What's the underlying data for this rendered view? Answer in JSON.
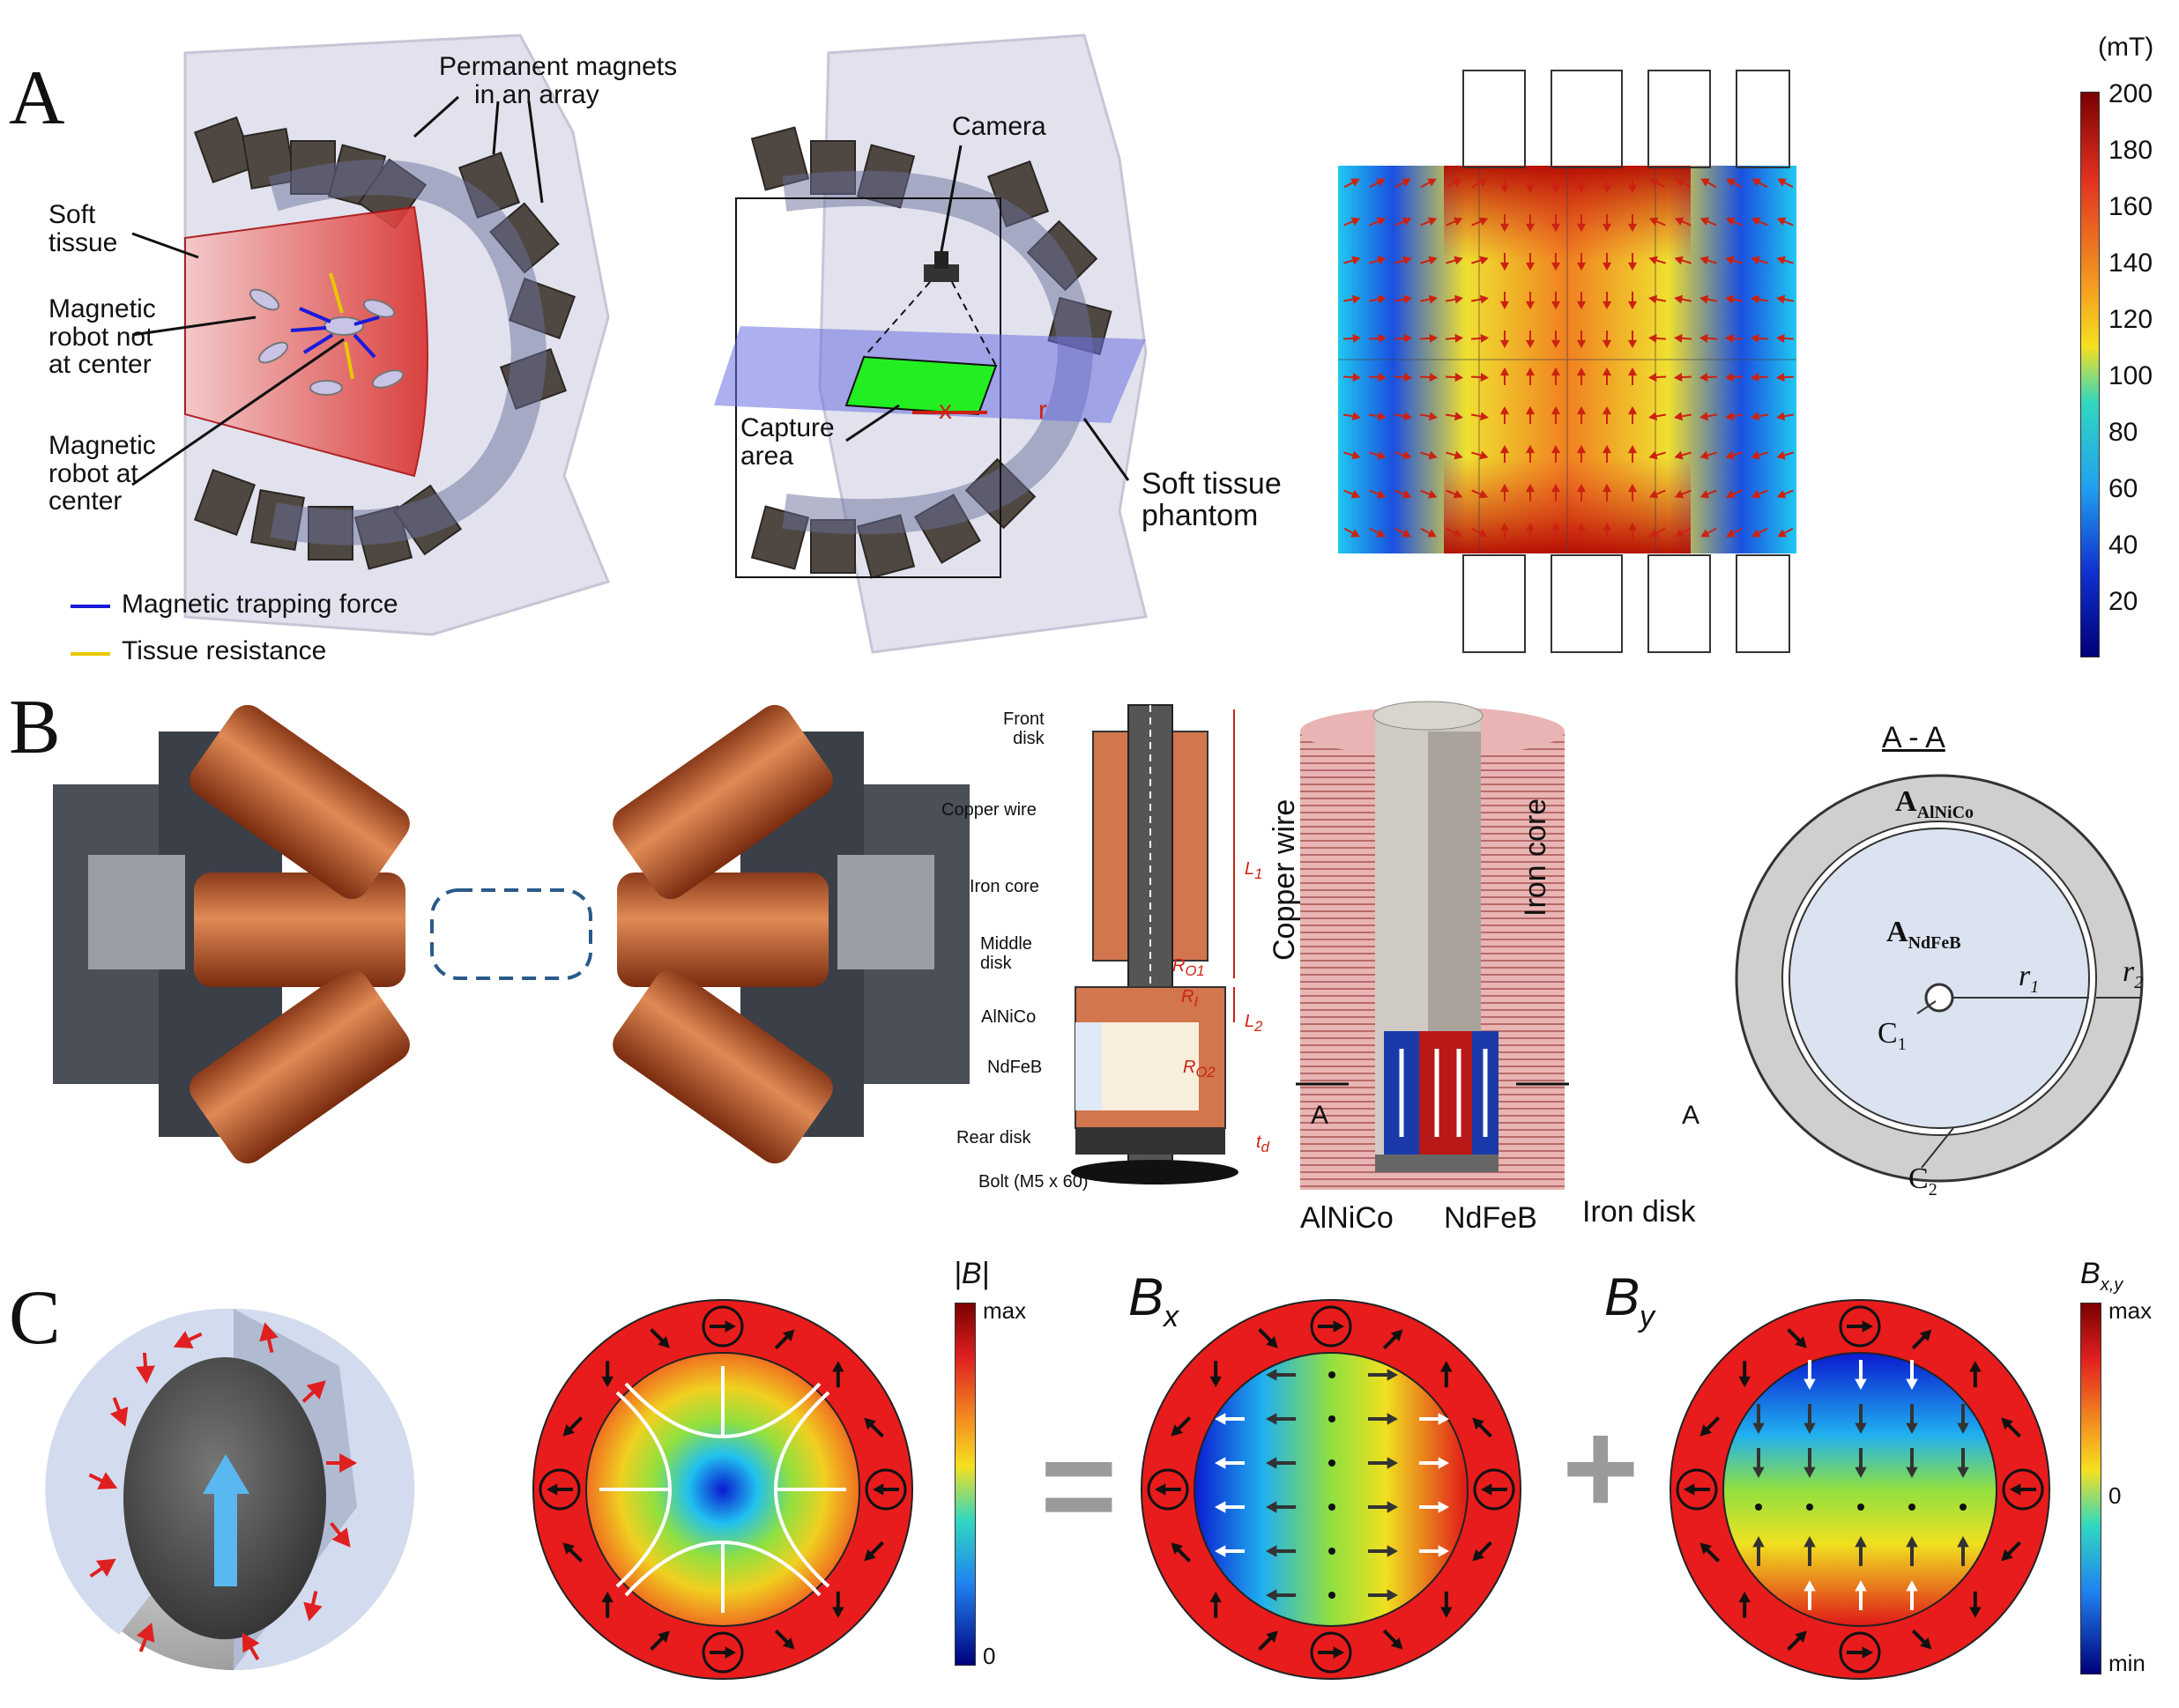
{
  "panels": {
    "a": "A",
    "b": "B",
    "c": "C"
  },
  "panelA": {
    "perm_magnets": [
      "Permanent magnets",
      "in an array"
    ],
    "soft_tissue": [
      "Soft",
      "tissue"
    ],
    "robot_not_center": [
      "Magnetic",
      "robot not",
      "at center"
    ],
    "robot_center": [
      "Magnetic",
      "robot at",
      "center"
    ],
    "legend_trap": "Magnetic trapping force",
    "legend_resist": "Tissue resistance",
    "camera": "Camera",
    "capture_area": [
      "Capture",
      "area"
    ],
    "axis_x": "x",
    "axis_r": "r",
    "phantom": [
      "Soft tissue",
      "phantom"
    ],
    "colorbar_unit": "(mT)",
    "colorbar_ticks": [
      "200",
      "180",
      "160",
      "140",
      "120",
      "100",
      "80",
      "60",
      "40",
      "20"
    ]
  },
  "panelB": {
    "front_disk": [
      "Front",
      "disk"
    ],
    "copper_wire": "Copper wire",
    "iron_core": "Iron core",
    "middle_disk": [
      "Middle",
      "disk"
    ],
    "alnico": "AlNiCo",
    "ndfeb": "NdFeB",
    "rear_disk": "Rear disk",
    "bolt": "Bolt (M5 x 60)",
    "dims": {
      "L1": "L",
      "L2": "L",
      "RO1": "R",
      "RO2": "R",
      "RI": "R",
      "td": "t"
    },
    "cut_copper": "Copper wire",
    "cut_iron": "Iron core",
    "cut_a1": "A",
    "cut_a2": "A",
    "cut_alnico": "AlNiCo",
    "cut_ndfeb": "NdFeB",
    "cut_irondisk": "Iron disk",
    "section_title": "A - A",
    "a_alnico": "A",
    "a_alnico_sub": "AlNiCo",
    "a_ndfeb": "A",
    "a_ndfeb_sub": "NdFeB",
    "r1": "r",
    "r1_sub": "1",
    "r2": "r",
    "r2_sub": "2",
    "c1": "C",
    "c1_sub": "1",
    "c2": "C",
    "c2_sub": "2"
  },
  "panelC": {
    "babs_label": "|B|",
    "babs_max": "max",
    "babs_min": "0",
    "bx": "B",
    "bx_sub": "x",
    "by": "B",
    "by_sub": "y",
    "bxy": "B",
    "bxy_sub": "x,y",
    "bxy_max": "max",
    "bxy_zero": "0",
    "bxy_min": "min",
    "equals": "=",
    "plus": "+"
  },
  "colors": {
    "field_red": "#d61f1f",
    "arrow_blue": "#1a1adb",
    "tissue_red": "#e23a3a",
    "copper": "#c8653a",
    "magnet_dark": "#4a4540"
  }
}
